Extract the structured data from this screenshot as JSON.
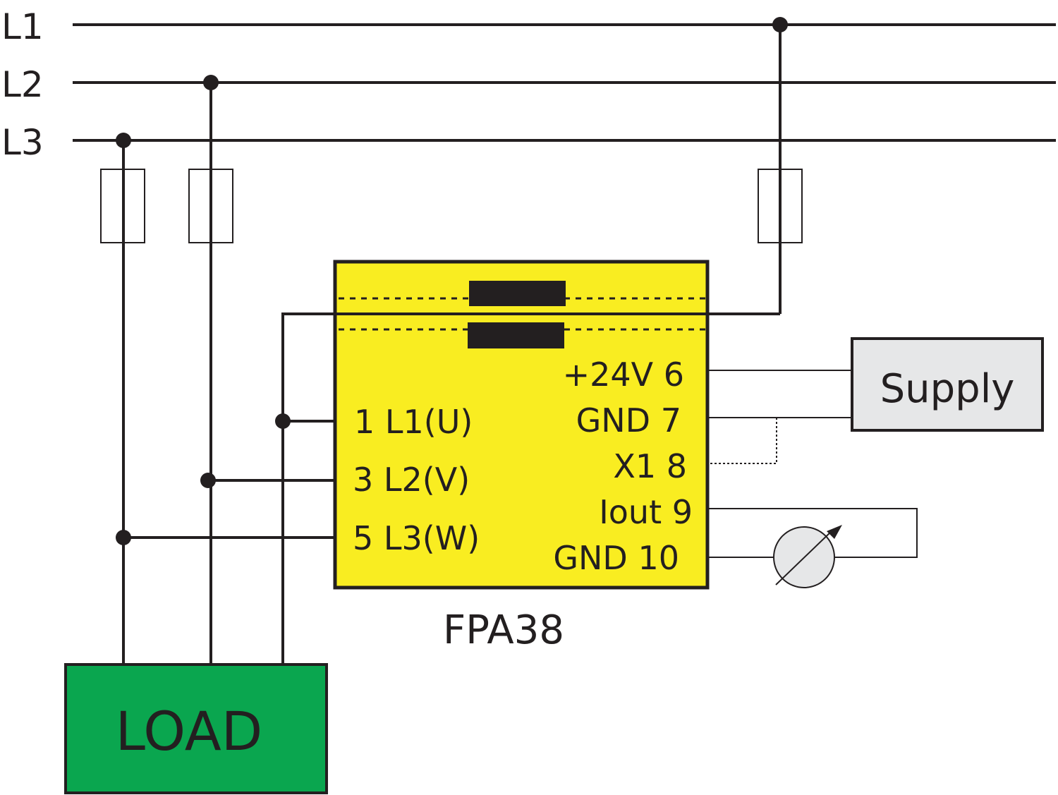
{
  "bus": {
    "l1": "L1",
    "l2": "L2",
    "l3": "L3"
  },
  "device": {
    "name": "FPA38",
    "color": "#f9ed21",
    "inputs": {
      "t1": "1 L1(U)",
      "t3": "3 L2(V)",
      "t5": "5 L3(W)"
    },
    "outputs": {
      "t6": "+24V 6",
      "t7": "GND 7",
      "t8": "X1 8",
      "t9": "Iout 9",
      "t10": "GND 10"
    }
  },
  "supply": {
    "label": "Supply",
    "color": "#e6e7e8"
  },
  "load": {
    "label": "LOAD",
    "color": "#0aa64f"
  },
  "icons": {
    "meter": "ammeter-icon",
    "fuse": "fuse-icon"
  }
}
